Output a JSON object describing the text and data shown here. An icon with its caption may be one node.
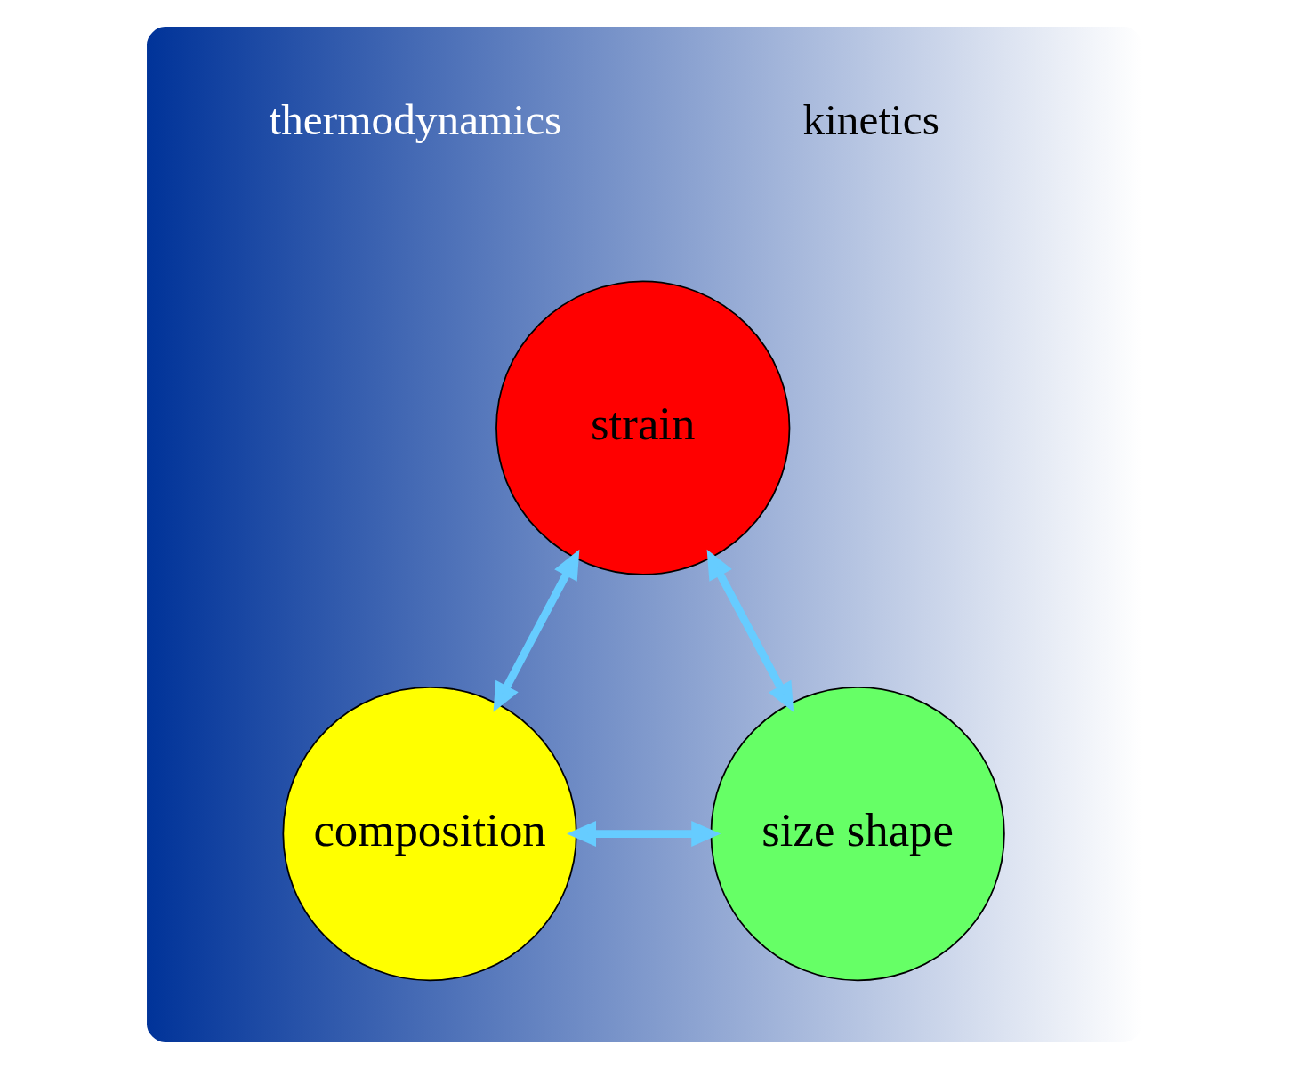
{
  "diagram": {
    "nodes": [
      {
        "text": [
          "thermodynamics",
          "kinetics"
        ]
      },
      {
        "text": [
          "strain"
        ],
        "in": 0
      },
      {
        "text": [
          "composition"
        ],
        "in": 0
      },
      {
        "text": [
          "size shape"
        ],
        "in": 0
      }
    ],
    "edges": [
      {
        "from": 2,
        "to": 1,
        "arrow": "both"
      },
      {
        "from": 1,
        "to": 3,
        "arrow": "both"
      },
      {
        "from": 2,
        "to": 3,
        "arrow": "both"
      }
    ]
  }
}
